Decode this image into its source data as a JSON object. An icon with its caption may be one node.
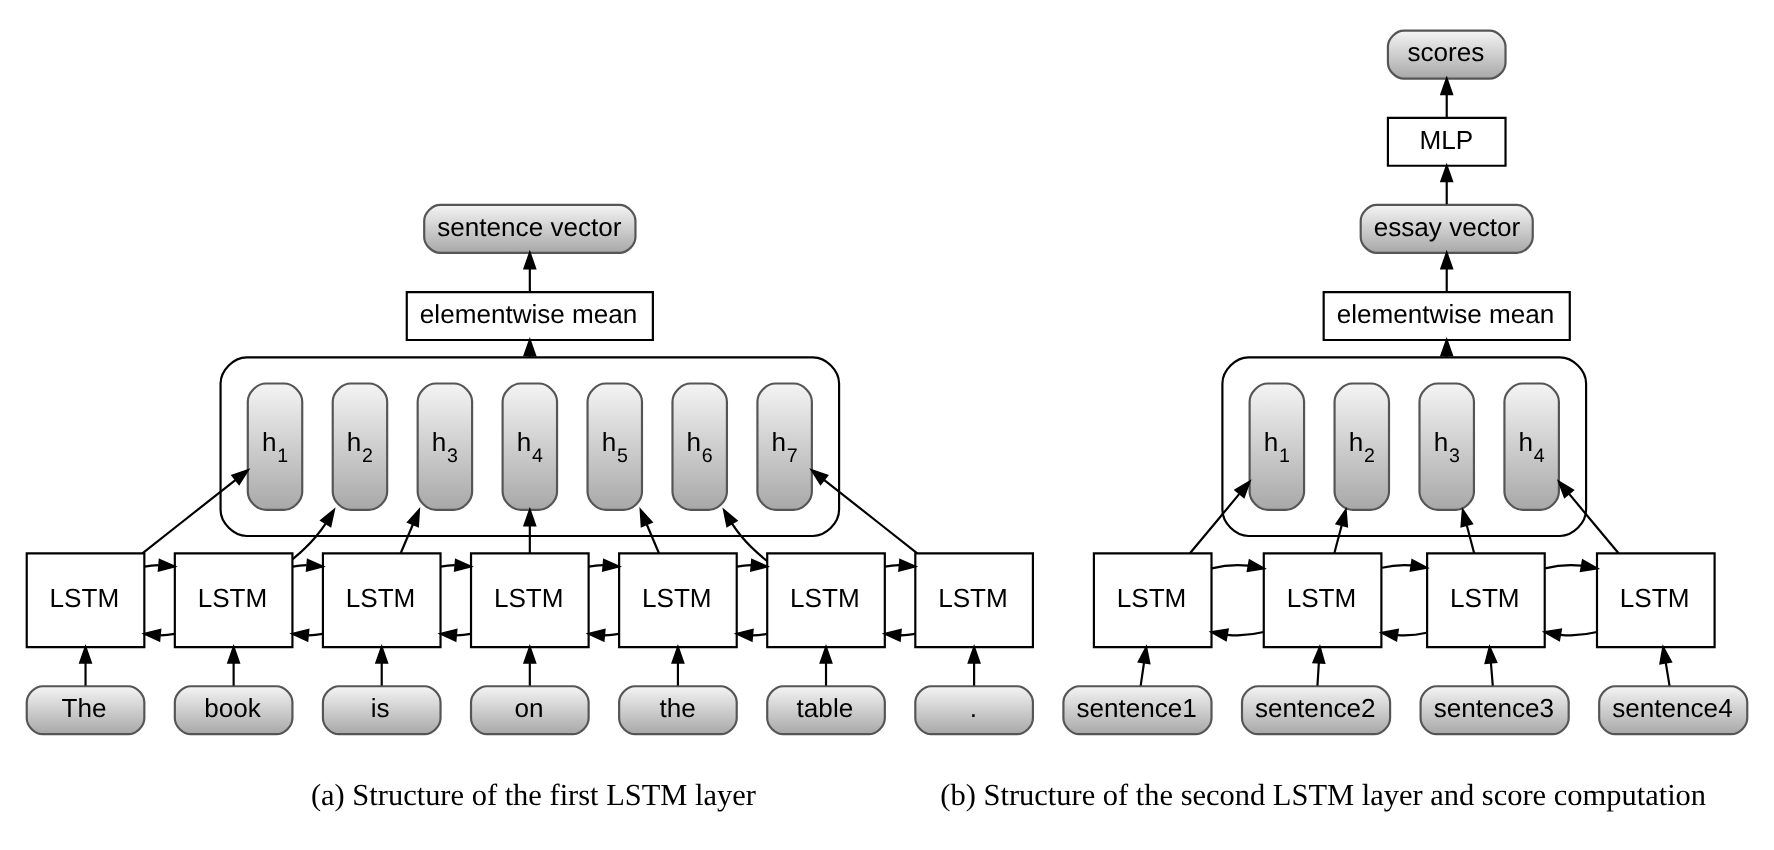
{
  "diagram": {
    "nodes": [
      {
        "text": [
          "sentence vector"
        ]
      },
      {
        "text": [
          "elementwise mean"
        ]
      },
      {
        "text": [],
        "shape": "box"
      },
      {
        "text": [
          "h$_{1}$"
        ],
        "in": 2
      },
      {
        "text": [
          "h$_{2}$"
        ],
        "in": 2
      },
      {
        "text": [
          "h$_{3}$"
        ],
        "in": 2
      },
      {
        "text": [
          "h$_{4}$"
        ],
        "in": 2
      },
      {
        "text": [
          "h$_{5}$"
        ],
        "in": 2
      },
      {
        "text": [
          "h$_{6}$"
        ],
        "in": 2
      },
      {
        "text": [
          "h$_{7}$"
        ],
        "in": 2
      },
      {
        "text": [
          "LSTM"
        ]
      },
      {
        "text": [
          "LSTM"
        ]
      },
      {
        "text": [
          "LSTM"
        ]
      },
      {
        "text": [
          "LSTM"
        ]
      },
      {
        "text": [
          "LSTM"
        ]
      },
      {
        "text": [
          "LSTM"
        ]
      },
      {
        "text": [
          "LSTM"
        ]
      },
      {
        "text": [
          "The"
        ]
      },
      {
        "text": [
          "book"
        ]
      },
      {
        "text": [
          "is"
        ]
      },
      {
        "text": [
          "on"
        ]
      },
      {
        "text": [
          "the"
        ]
      },
      {
        "text": [
          "table"
        ]
      },
      {
        "text": [
          "."
        ]
      },
      {
        "text": [
          "scores"
        ]
      },
      {
        "text": [
          "MLP"
        ]
      },
      {
        "text": [
          "essay vector"
        ]
      },
      {
        "text": [
          "elementwise mean"
        ]
      },
      {
        "text": [],
        "shape": "box"
      },
      {
        "text": [
          "h$_{1}$"
        ],
        "in": 28
      },
      {
        "text": [
          "h$_{2}$"
        ],
        "in": 28
      },
      {
        "text": [
          "h$_{3}$"
        ],
        "in": 28
      },
      {
        "text": [
          "h$_{4}$"
        ],
        "in": 28
      },
      {
        "text": [
          "LSTM"
        ]
      },
      {
        "text": [
          "LSTM"
        ]
      },
      {
        "text": [
          "LSTM"
        ]
      },
      {
        "text": [
          "LSTM"
        ]
      },
      {
        "text": [
          "sentence1"
        ]
      },
      {
        "text": [
          "sentence2"
        ]
      },
      {
        "text": [
          "sentence3"
        ]
      },
      {
        "text": [
          "sentence4"
        ]
      }
    ],
    "edges": [
      {
        "from": 1,
        "to": 0,
        "arrow": "to"
      },
      {
        "from": 2,
        "to": 1,
        "arrow": "to"
      },
      {
        "from": 10,
        "to": 3,
        "arrow": "to"
      },
      {
        "from": 11,
        "to": 4,
        "arrow": "to"
      },
      {
        "from": 12,
        "to": 5,
        "arrow": "to"
      },
      {
        "from": 13,
        "to": 6,
        "arrow": "to"
      },
      {
        "from": 14,
        "to": 7,
        "arrow": "to"
      },
      {
        "from": 15,
        "to": 8,
        "arrow": "to"
      },
      {
        "from": 16,
        "to": 9,
        "arrow": "to"
      },
      {
        "from": 10,
        "to": 11,
        "arrow": "to"
      },
      {
        "from": 11,
        "to": 10,
        "arrow": "to"
      },
      {
        "from": 11,
        "to": 12,
        "arrow": "to"
      },
      {
        "from": 12,
        "to": 11,
        "arrow": "to"
      },
      {
        "from": 12,
        "to": 13,
        "arrow": "to"
      },
      {
        "from": 13,
        "to": 12,
        "arrow": "to"
      },
      {
        "from": 13,
        "to": 14,
        "arrow": "to"
      },
      {
        "from": 14,
        "to": 13,
        "arrow": "to"
      },
      {
        "from": 14,
        "to": 15,
        "arrow": "to"
      },
      {
        "from": 15,
        "to": 14,
        "arrow": "to"
      },
      {
        "from": 15,
        "to": 16,
        "arrow": "to"
      },
      {
        "from": 16,
        "to": 15,
        "arrow": "to"
      },
      {
        "from": 17,
        "to": 10,
        "arrow": "to"
      },
      {
        "from": 18,
        "to": 11,
        "arrow": "to"
      },
      {
        "from": 19,
        "to": 12,
        "arrow": "to"
      },
      {
        "from": 20,
        "to": 13,
        "arrow": "to"
      },
      {
        "from": 21,
        "to": 14,
        "arrow": "to"
      },
      {
        "from": 22,
        "to": 15,
        "arrow": "to"
      },
      {
        "from": 23,
        "to": 16,
        "arrow": "to"
      },
      {
        "from": 25,
        "to": 24,
        "arrow": "to"
      },
      {
        "from": 26,
        "to": 25,
        "arrow": "to"
      },
      {
        "from": 27,
        "to": 26,
        "arrow": "to"
      },
      {
        "from": 28,
        "to": 27,
        "arrow": "to"
      },
      {
        "from": 33,
        "to": 29,
        "arrow": "to"
      },
      {
        "from": 34,
        "to": 30,
        "arrow": "to"
      },
      {
        "from": 35,
        "to": 31,
        "arrow": "to"
      },
      {
        "from": 36,
        "to": 32,
        "arrow": "to"
      },
      {
        "from": 33,
        "to": 34,
        "arrow": "to"
      },
      {
        "from": 34,
        "to": 33,
        "arrow": "to"
      },
      {
        "from": 34,
        "to": 35,
        "arrow": "to"
      },
      {
        "from": 35,
        "to": 34,
        "arrow": "to"
      },
      {
        "from": 35,
        "to": 36,
        "arrow": "to"
      },
      {
        "from": 36,
        "to": 35,
        "arrow": "to"
      },
      {
        "from": 37,
        "to": 33,
        "arrow": "to"
      },
      {
        "from": 38,
        "to": 34,
        "arrow": "to"
      },
      {
        "from": 39,
        "to": 35,
        "arrow": "to"
      },
      {
        "from": 40,
        "to": 36,
        "arrow": "to"
      }
    ],
    "labels": [
      "(a) Structure of the first LSTM layer",
      "(b) Structure of the second LSTM layer and score computation"
    ]
  }
}
